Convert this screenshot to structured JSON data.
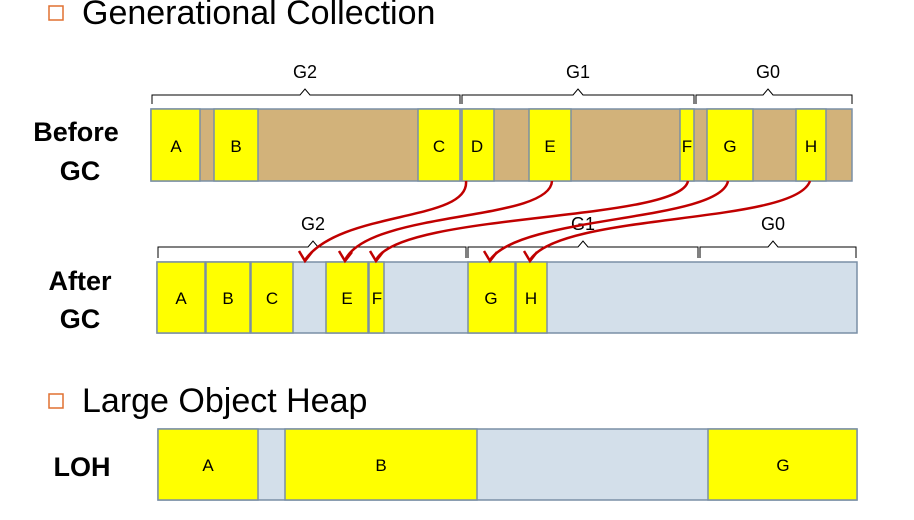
{
  "sections": {
    "generational": "Generational Collection",
    "loh": "Large Object Heap"
  },
  "labels": {
    "before_1": "Before",
    "before_2": "GC",
    "after_1": "After",
    "after_2": "GC",
    "loh": "LOH"
  },
  "generations": {
    "before": {
      "g2": "G2",
      "g1": "G1",
      "g0": "G0"
    },
    "after": {
      "g2": "G2",
      "g1": "G1",
      "g0": "G0"
    }
  },
  "objects": {
    "before": [
      "A",
      "B",
      "C",
      "D",
      "E",
      "F",
      "G",
      "H"
    ],
    "after": [
      "A",
      "B",
      "C",
      "E",
      "F",
      "G",
      "H"
    ],
    "loh": [
      "A",
      "B",
      "G"
    ]
  },
  "colors": {
    "object": "#ffff00",
    "free_before": "#d2b27a",
    "free_after": "#d3dfea",
    "border": "#7a8fa6",
    "arrow": "#c00000",
    "bullet": "#e07030"
  }
}
